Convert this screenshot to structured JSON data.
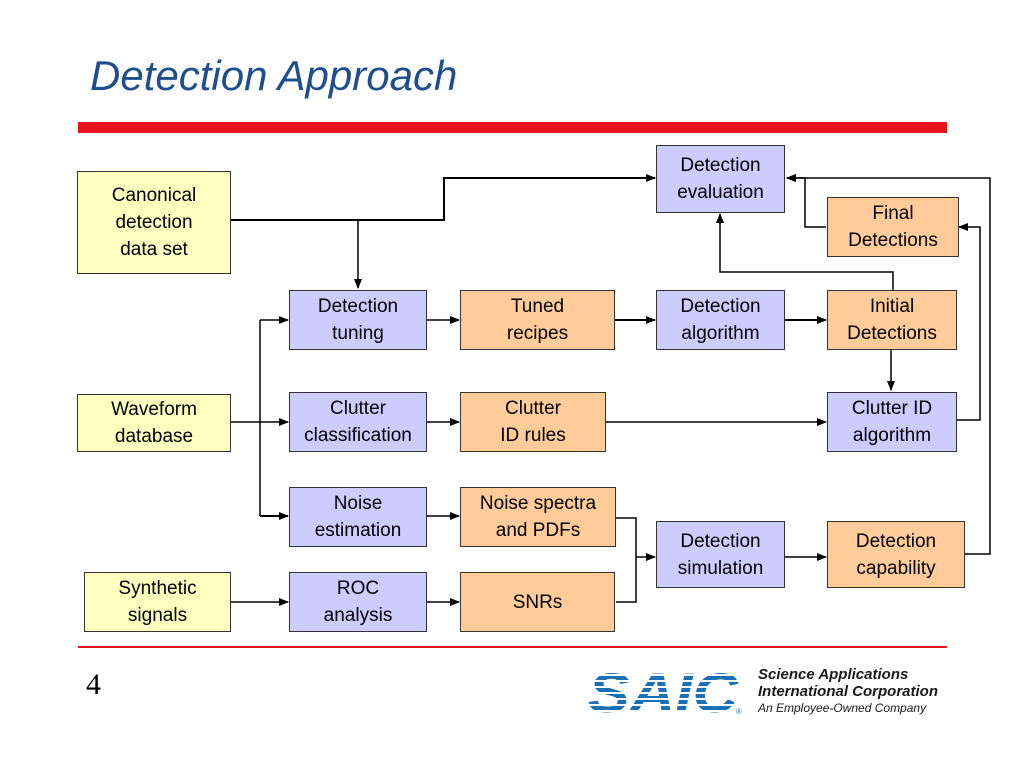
{
  "slide": {
    "title": "Detection Approach",
    "page_number": "4"
  },
  "diagram": {
    "nodes": {
      "canonical": "Canonical\ndetection\n data set",
      "waveform": "Waveform\n database",
      "synthetic": "Synthetic\n signals",
      "det_tuning": "Detection\n tuning",
      "clutter_class": "Clutter\nclassification",
      "noise_est": "Noise\nestimation",
      "roc": "ROC\nanalysis",
      "tuned_recipes": "Tuned\n recipes",
      "clutter_rules": "Clutter\nID rules",
      "noise_spectra": "Noise spectra\nand PDFs",
      "snrs": "SNRs",
      "det_eval": "Detection\nevaluation",
      "det_algo": "Detection\n algorithm",
      "det_sim": "Detection\nsimulation",
      "final_det": "Final\nDetections",
      "initial_det": "Initial\nDetections",
      "clutter_algo": "Clutter  ID\nalgorithm",
      "det_cap": "Detection\ncapability"
    },
    "colors": {
      "input": "#ffffc0",
      "process": "#ccccff",
      "product": "#ffcc99"
    }
  },
  "footer": {
    "logo_wordmark": "SAIC",
    "company_line1": "Science Applications",
    "company_line2": "International Corporation",
    "company_line3": "An Employee-Owned Company"
  }
}
